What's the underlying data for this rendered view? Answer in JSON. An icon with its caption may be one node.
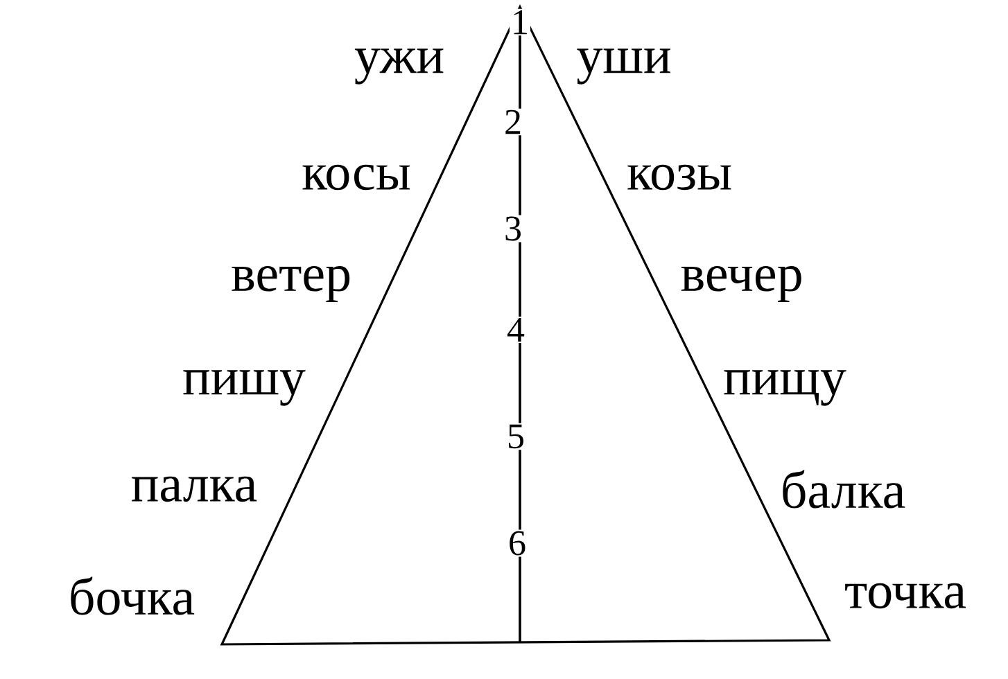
{
  "diagram": {
    "labels": [
      "1",
      "ужи",
      "уши",
      "2",
      "косы",
      "козы",
      "3",
      "ветер",
      "вечер",
      "4",
      "пишу",
      "пищу",
      "5",
      "палка",
      "балка",
      "6",
      "бочка",
      "точка"
    ]
  }
}
